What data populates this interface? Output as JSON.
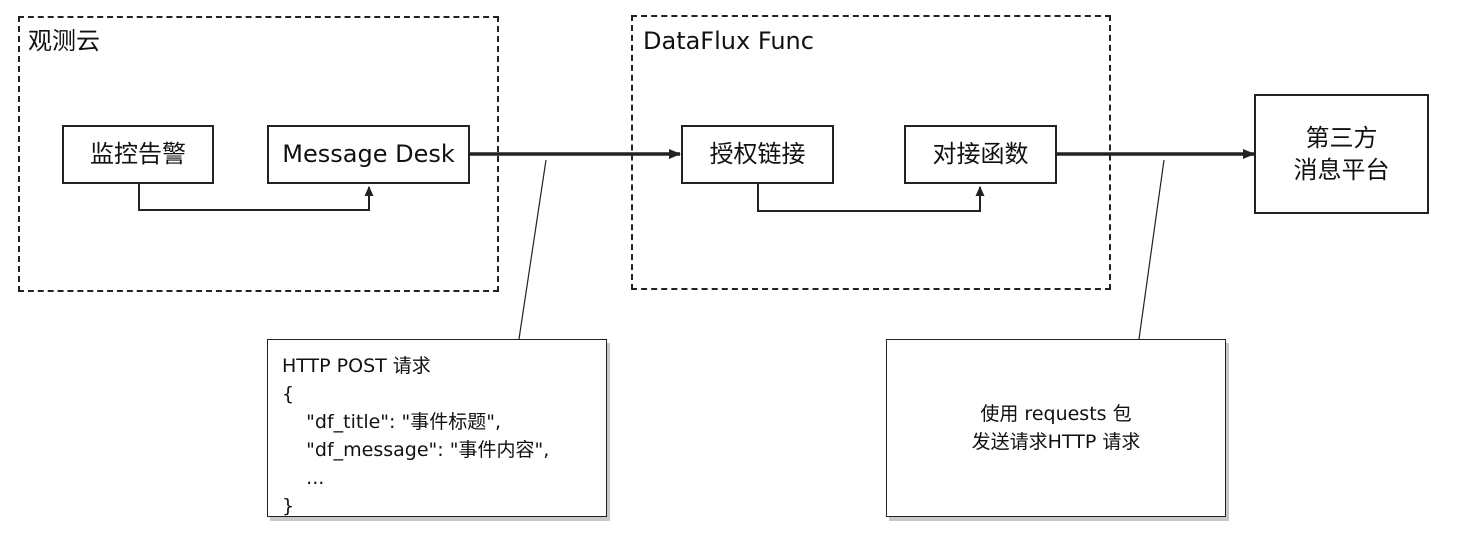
{
  "colors": {
    "stroke": "#222222",
    "background": "#ffffff",
    "callout_shadow": "#c8c8c8"
  },
  "groups": {
    "guance": {
      "label": "观测云"
    },
    "dataflux": {
      "label": "DataFlux Func"
    }
  },
  "nodes": {
    "monitor_alert": "监控告警",
    "message_desk": "Message Desk",
    "auth_link": "授权链接",
    "connector_func": "对接函数",
    "third_party": {
      "line1": "第三方",
      "line2": "消息平台"
    }
  },
  "callouts": {
    "http_post": {
      "lines": [
        "HTTP POST 请求",
        "{",
        "    \"df_title\": \"事件标题\",",
        "    \"df_message\": \"事件内容\",",
        "    ...",
        "}"
      ]
    },
    "requests": {
      "line1": "使用 requests 包",
      "line2": "发送请求HTTP 请求"
    }
  }
}
